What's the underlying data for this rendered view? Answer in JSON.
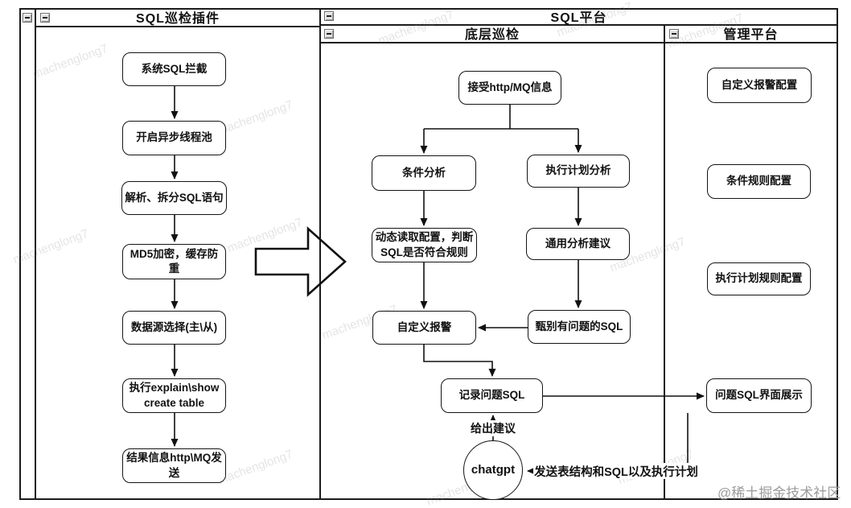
{
  "pools": {
    "plugin": {
      "title": "SQL巡检插件"
    },
    "platform": {
      "title": "SQL平台"
    },
    "inspection": {
      "title": "底层巡检"
    },
    "management": {
      "title": "管理平台"
    }
  },
  "nodes": {
    "p1": "系统SQL拦截",
    "p2": "开启异步线程池",
    "p3": "解析、拆分SQL语句",
    "p4": "MD5加密，缓存防重",
    "p5": "数据源选择(主\\从)",
    "p6": "执行explain\\show create table",
    "p7": "结果信息http\\MQ发送",
    "i1": "接受http/MQ信息",
    "i2": "条件分析",
    "i3": "执行计划分析",
    "i4": "动态读取配置，判断SQL是否符合规则",
    "i5": "通用分析建议",
    "i6": "自定义报警",
    "i7": "甄别有问题的SQL",
    "i8": "记录问题SQL",
    "gpt": "chatgpt",
    "m1": "自定义报警配置",
    "m2": "条件规则配置",
    "m3": "执行计划规则配置",
    "m4": "问题SQL界面展示"
  },
  "edge_labels": {
    "suggest": "给出建议",
    "send": "发送表结构和SQL以及执行计划"
  },
  "watermark": "machenglong7",
  "credit": "@稀土掘金技术社区"
}
